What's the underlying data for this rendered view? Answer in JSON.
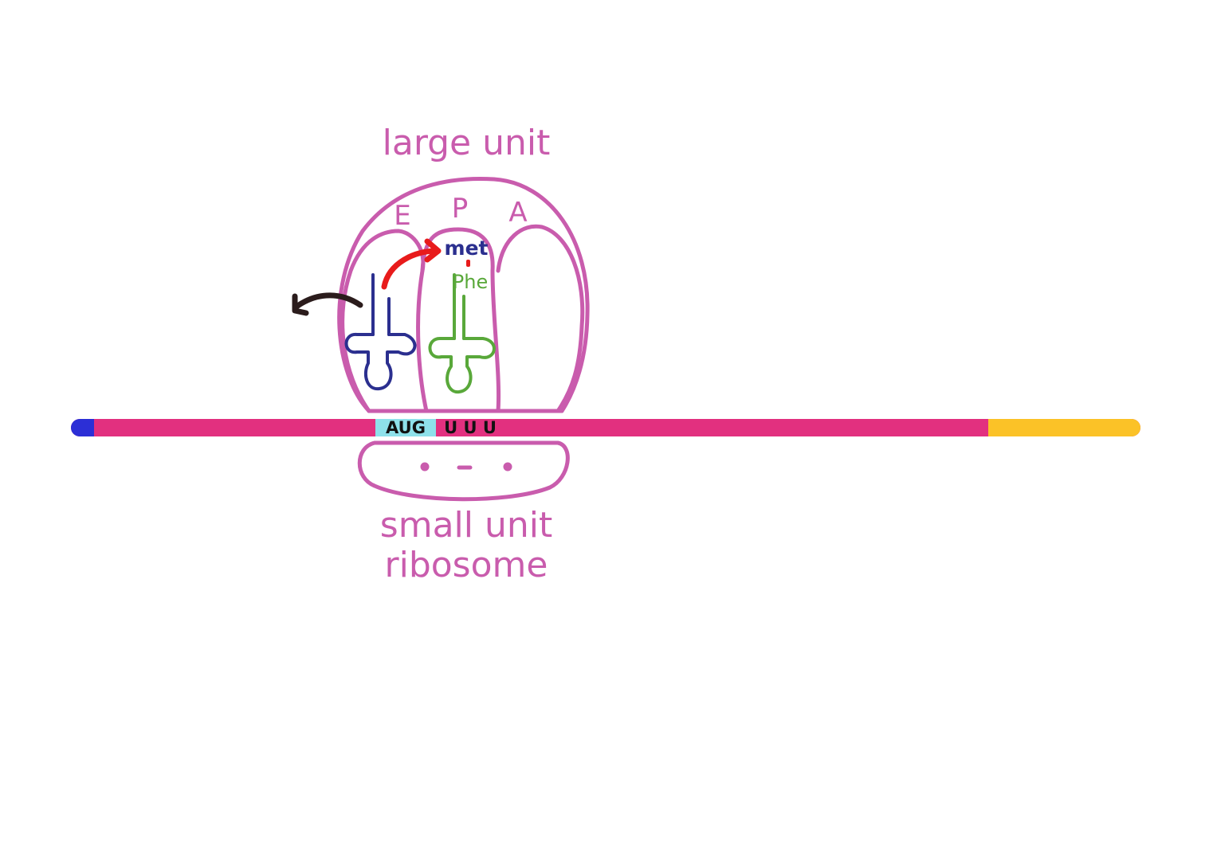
{
  "labels": {
    "large_unit": "large unit",
    "small_unit": "small unit",
    "ribosome": "ribosome",
    "site_e": "E",
    "site_p": "P",
    "site_a": "A"
  },
  "codons": {
    "first": "AUG",
    "second": "U U U"
  },
  "amino_acids": {
    "met": "met",
    "phe": "Phe"
  },
  "colors": {
    "ribosome_outline": "#c95cad",
    "mrna_main": "#e2307f",
    "mrna_5_cap": "#2c2fd6",
    "mrna_3_tail": "#fbc227",
    "codon_highlight": "#8ee1ea",
    "trna_met": "#2b2f8f",
    "trna_phe": "#59a83a",
    "peptide_transfer_arrow": "#e81b1b",
    "exit_arrow": "#2b1c1c"
  }
}
